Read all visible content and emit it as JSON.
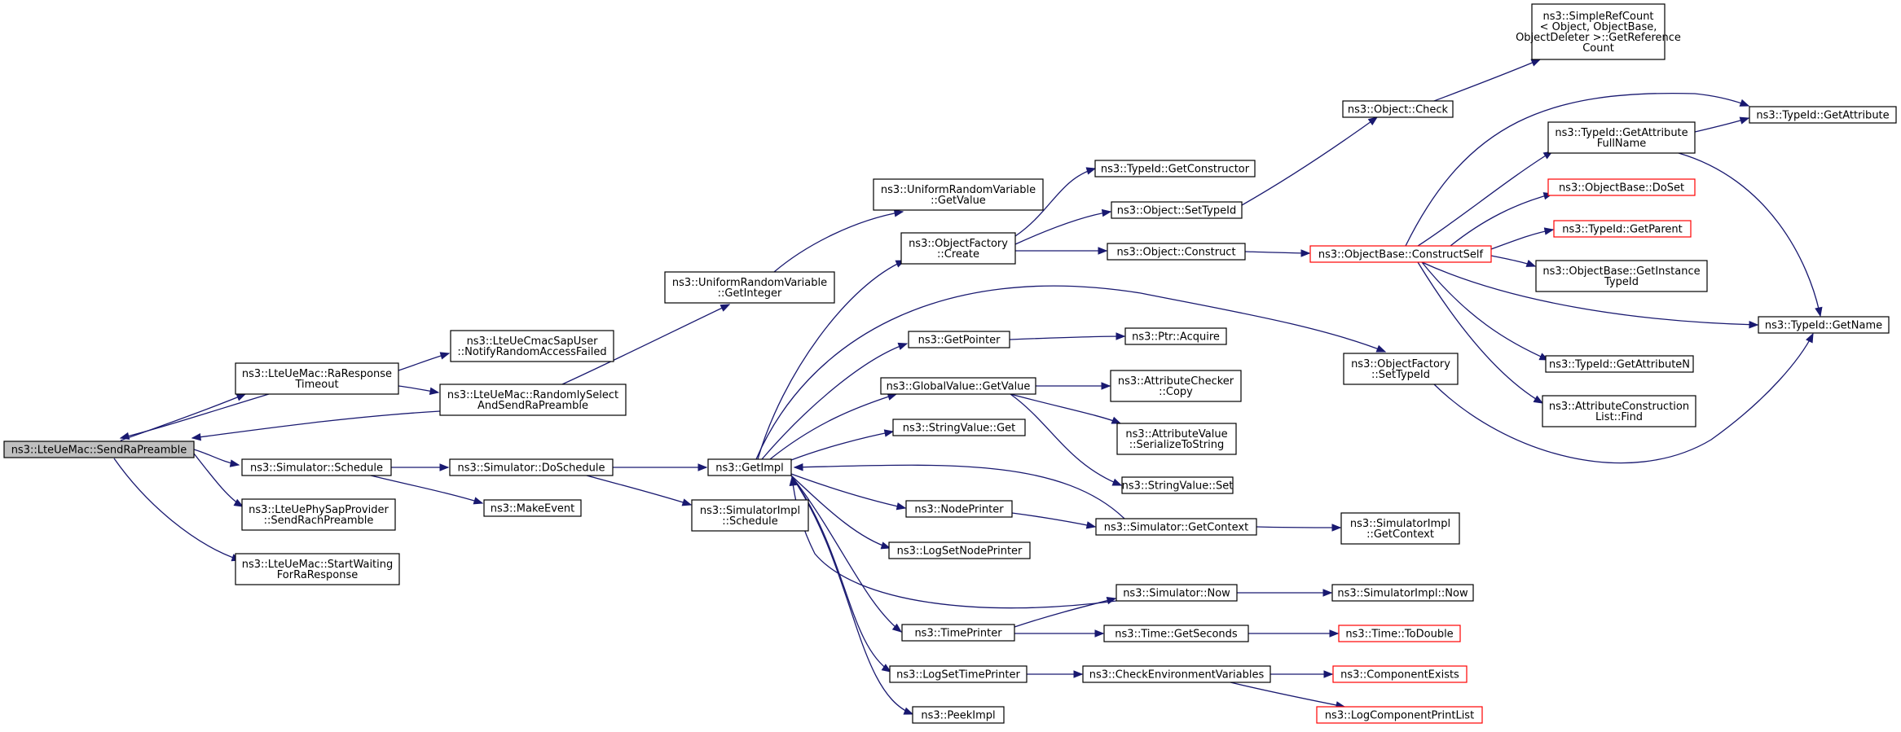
{
  "diagram": {
    "colors": {
      "edge": "#191970",
      "root_fill": "#bfbfbf",
      "incomplete_border": "#ff0000"
    },
    "nodes": {
      "sendRaPreamble": {
        "lines": [
          "ns3::LteUeMac::SendRaPreamble"
        ],
        "root": true
      },
      "raResponseTimeout": {
        "lines": [
          "ns3::LteUeMac::RaResponse",
          "Timeout"
        ]
      },
      "notifyRandomAccessFailed": {
        "lines": [
          "ns3::LteUeCmacSapUser",
          "::NotifyRandomAccessFailed"
        ]
      },
      "randomlySelect": {
        "lines": [
          "ns3::LteUeMac::RandomlySelect",
          "AndSendRaPreamble"
        ]
      },
      "simSchedule": {
        "lines": [
          "ns3::Simulator::Schedule"
        ]
      },
      "sendRachPreamble": {
        "lines": [
          "ns3::LteUePhySapProvider",
          "::SendRachPreamble"
        ]
      },
      "startWaiting": {
        "lines": [
          "ns3::LteUeMac::StartWaiting",
          "ForRaResponse"
        ]
      },
      "getInteger": {
        "lines": [
          "ns3::UniformRandomVariable",
          "::GetInteger"
        ]
      },
      "urvGetValue": {
        "lines": [
          "ns3::UniformRandomVariable",
          "::GetValue"
        ]
      },
      "doSchedule": {
        "lines": [
          "ns3::Simulator::DoSchedule"
        ]
      },
      "makeEvent": {
        "lines": [
          "ns3::MakeEvent"
        ]
      },
      "getImpl": {
        "lines": [
          "ns3::GetImpl"
        ]
      },
      "simImplSchedule": {
        "lines": [
          "ns3::SimulatorImpl",
          "::Schedule"
        ]
      },
      "objFactoryCreate": {
        "lines": [
          "ns3::ObjectFactory",
          "::Create"
        ]
      },
      "getPointer": {
        "lines": [
          "ns3::GetPointer"
        ]
      },
      "gvGetValue": {
        "lines": [
          "ns3::GlobalValue::GetValue"
        ]
      },
      "stringValueGet": {
        "lines": [
          "ns3::StringValue::Get"
        ]
      },
      "nodePrinter": {
        "lines": [
          "ns3::NodePrinter"
        ]
      },
      "logSetNodePrinter": {
        "lines": [
          "ns3::LogSetNodePrinter"
        ]
      },
      "timePrinter": {
        "lines": [
          "ns3::TimePrinter"
        ]
      },
      "logSetTimePrinter": {
        "lines": [
          "ns3::LogSetTimePrinter"
        ]
      },
      "peekImpl": {
        "lines": [
          "ns3::PeekImpl"
        ]
      },
      "getConstructor": {
        "lines": [
          "ns3::TypeId::GetConstructor"
        ]
      },
      "objSetTypeId": {
        "lines": [
          "ns3::Object::SetTypeId"
        ]
      },
      "objConstruct": {
        "lines": [
          "ns3::Object::Construct"
        ]
      },
      "ptrAcquire": {
        "lines": [
          "ns3::Ptr::Acquire"
        ]
      },
      "attrCheckerCopy": {
        "lines": [
          "ns3::AttributeChecker",
          "::Copy"
        ]
      },
      "serializeToString": {
        "lines": [
          "ns3::AttributeValue",
          "::SerializeToString"
        ]
      },
      "stringValueSet": {
        "lines": [
          "ns3::StringValue::Set"
        ]
      },
      "simGetContext": {
        "lines": [
          "ns3::Simulator::GetContext"
        ]
      },
      "simNow": {
        "lines": [
          "ns3::Simulator::Now"
        ]
      },
      "timeGetSeconds": {
        "lines": [
          "ns3::Time::GetSeconds"
        ]
      },
      "checkEnvVars": {
        "lines": [
          "ns3::CheckEnvironmentVariables"
        ]
      },
      "objCheck": {
        "lines": [
          "ns3::Object::Check"
        ]
      },
      "objFactorySetTypeId": {
        "lines": [
          "ns3::ObjectFactory",
          "::SetTypeId"
        ]
      },
      "constructSelf": {
        "lines": [
          "ns3::ObjectBase::ConstructSelf"
        ],
        "red": true
      },
      "simImplGetContext": {
        "lines": [
          "ns3::SimulatorImpl",
          "::GetContext"
        ]
      },
      "simImplNow": {
        "lines": [
          "ns3::SimulatorImpl::Now"
        ]
      },
      "timeToDouble": {
        "lines": [
          "ns3::Time::ToDouble"
        ],
        "red": true
      },
      "componentExists": {
        "lines": [
          "ns3::ComponentExists"
        ],
        "red": true
      },
      "logComponentPrintList": {
        "lines": [
          "ns3::LogComponentPrintList"
        ],
        "red": true
      },
      "getReferenceCount": {
        "lines": [
          "ns3::SimpleRefCount",
          "< Object, ObjectBase,",
          "ObjectDeleter >::GetReference",
          "Count"
        ]
      },
      "getAttributeFullName": {
        "lines": [
          "ns3::TypeId::GetAttribute",
          "FullName"
        ]
      },
      "doSet": {
        "lines": [
          "ns3::ObjectBase::DoSet"
        ],
        "red": true
      },
      "getParent": {
        "lines": [
          "ns3::TypeId::GetParent"
        ],
        "red": true
      },
      "getInstanceTypeId": {
        "lines": [
          "ns3::ObjectBase::GetInstance",
          "TypeId"
        ]
      },
      "getAttributeN": {
        "lines": [
          "ns3::TypeId::GetAttributeN"
        ]
      },
      "attrConstructionFind": {
        "lines": [
          "ns3::AttributeConstruction",
          "List::Find"
        ]
      },
      "getAttribute": {
        "lines": [
          "ns3::TypeId::GetAttribute"
        ]
      },
      "getName": {
        "lines": [
          "ns3::TypeId::GetName"
        ]
      }
    }
  }
}
